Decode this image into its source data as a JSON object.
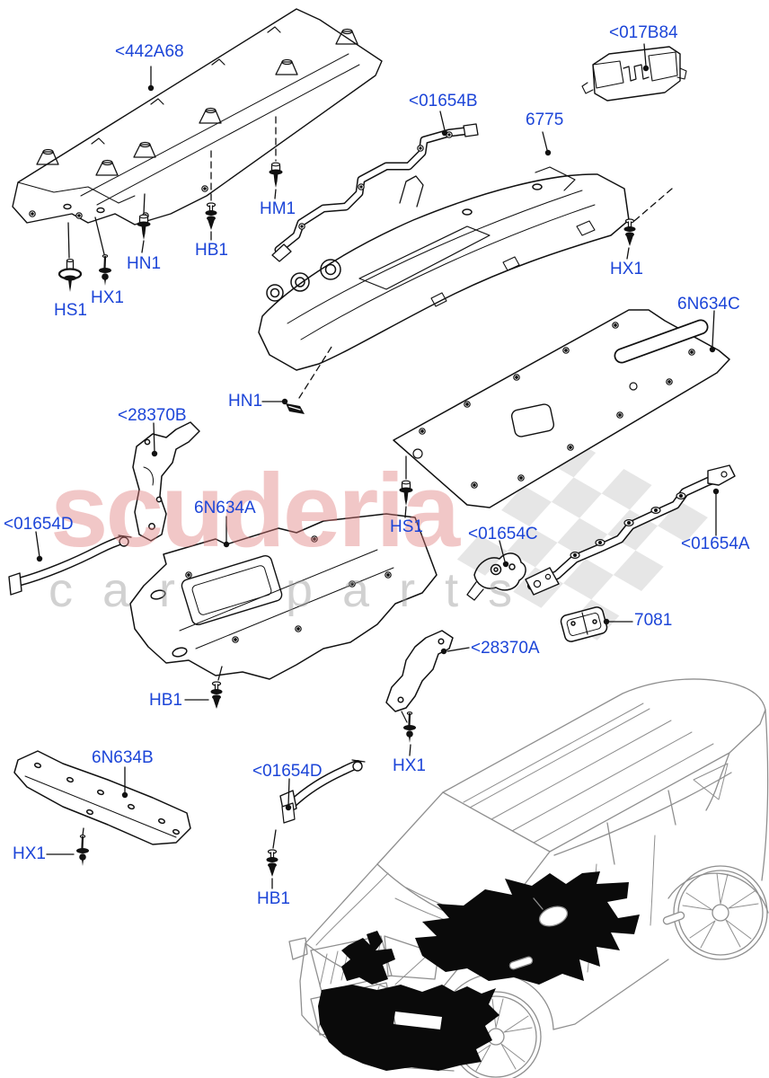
{
  "diagram": {
    "label_color": "#1c45d8",
    "line_color": "#1a1a1a",
    "vehicle_line_color": "#8f8f8f",
    "callouts": [
      {
        "id": "442A68",
        "label": "<442A68"
      },
      {
        "id": "017B84",
        "label": "<017B84"
      },
      {
        "id": "01654B",
        "label": "<01654B"
      },
      {
        "id": "6775",
        "label": "6775"
      },
      {
        "id": "HM1-upper",
        "label": "HM1"
      },
      {
        "id": "HB1-upper",
        "label": "HB1"
      },
      {
        "id": "HN1-upper",
        "label": "HN1"
      },
      {
        "id": "HS1-left",
        "label": "HS1"
      },
      {
        "id": "HX1-left",
        "label": "HX1"
      },
      {
        "id": "HX1-upper-right",
        "label": "HX1"
      },
      {
        "id": "6N634C",
        "label": "6N634C"
      },
      {
        "id": "HN1-mid",
        "label": "HN1"
      },
      {
        "id": "28370B",
        "label": "<28370B"
      },
      {
        "id": "6N634A",
        "label": "6N634A"
      },
      {
        "id": "01654D-left",
        "label": "<01654D"
      },
      {
        "id": "HS1-mid",
        "label": "HS1"
      },
      {
        "id": "01654C",
        "label": "<01654C"
      },
      {
        "id": "01654A",
        "label": "<01654A"
      },
      {
        "id": "7081",
        "label": "7081"
      },
      {
        "id": "28370A",
        "label": "<28370A"
      },
      {
        "id": "HB1-mid",
        "label": "HB1"
      },
      {
        "id": "6N634B",
        "label": "6N634B"
      },
      {
        "id": "HX1-bottom-left",
        "label": "HX1"
      },
      {
        "id": "01654D-bottom",
        "label": "<01654D"
      },
      {
        "id": "HB1-bottom",
        "label": "HB1"
      },
      {
        "id": "HX1-bottom-right",
        "label": "HX1"
      }
    ],
    "watermark": {
      "brand": "scuderia",
      "subtitle": "car parts",
      "brand_color": "#f2c4c4",
      "subtitle_color": "#dcdcdc",
      "flag_color": "#e6e6e6"
    }
  }
}
